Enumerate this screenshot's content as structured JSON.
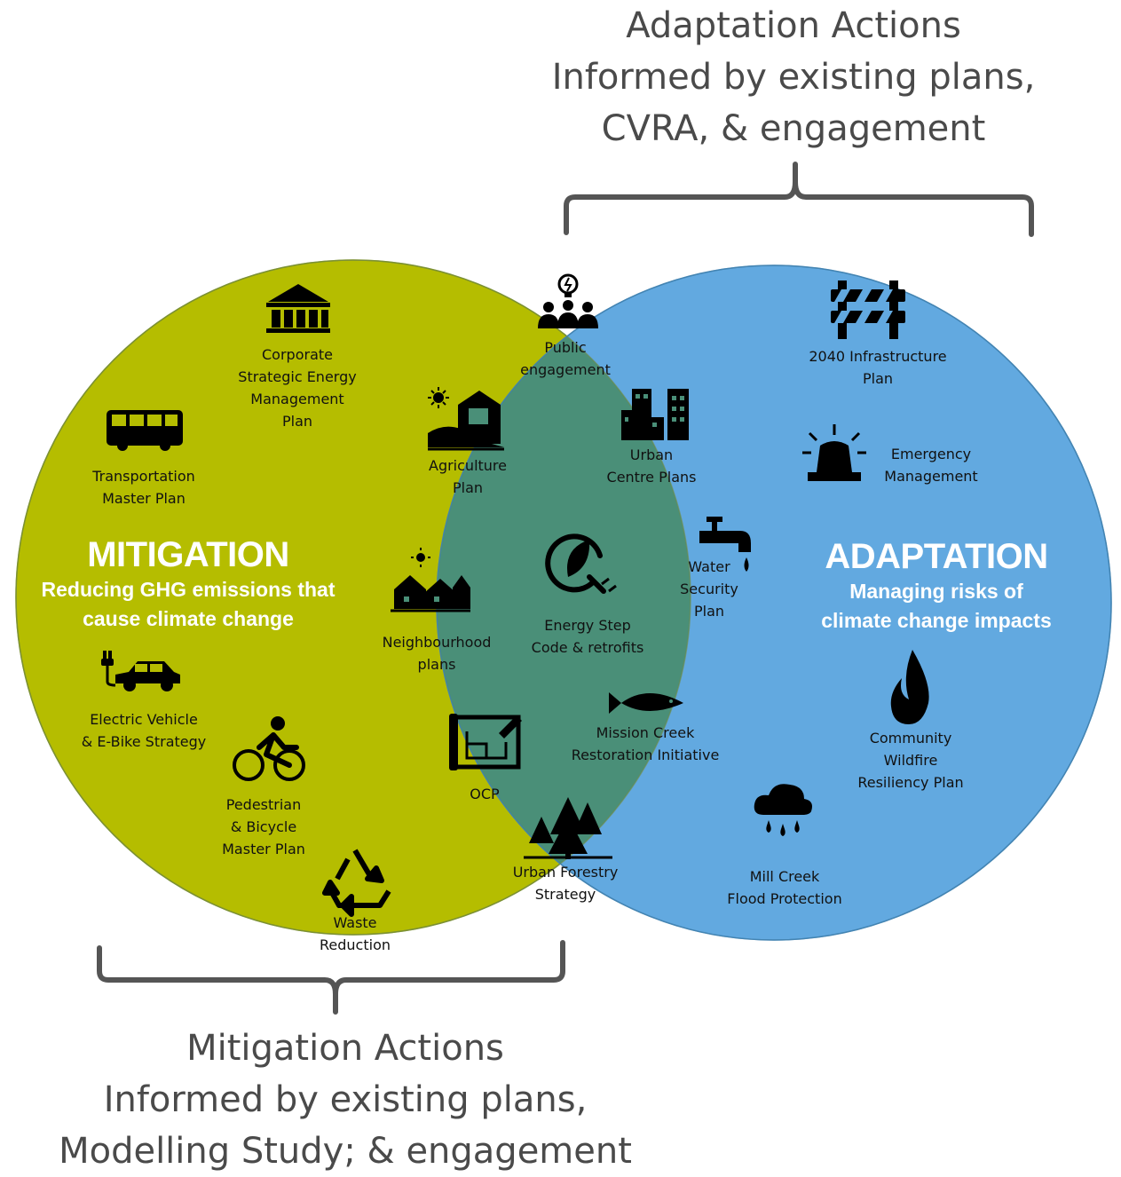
{
  "adaptation_bracket": {
    "line1": "Adaptation Actions",
    "line2": "Informed by existing plans,",
    "line3": "CVRA, & engagement"
  },
  "mitigation_bracket": {
    "line1": "Mitigation Actions",
    "line2": "Informed by existing plans,",
    "line3": "Modelling Study; & engagement"
  },
  "mitigation": {
    "title": "MITIGATION",
    "sub1": "Reducing GHG emissions that",
    "sub2": "cause climate change"
  },
  "adaptation": {
    "title": "ADAPTATION",
    "sub1": "Managing risks of",
    "sub2": "climate change impacts"
  },
  "items": {
    "corporate_energy": [
      "Corporate",
      "Strategic Energy",
      "Management",
      "Plan"
    ],
    "transportation": [
      "Transportation",
      "Master Plan"
    ],
    "ev_strategy": [
      "Electric Vehicle",
      "& E-Bike Strategy"
    ],
    "pedestrian": [
      "Pedestrian",
      "& Bicycle",
      "Master Plan"
    ],
    "waste": [
      "Waste",
      "Reduction"
    ],
    "public_engagement": [
      "Public",
      "engagement"
    ],
    "agriculture": [
      "Agriculture",
      "Plan"
    ],
    "urban_centre": [
      "Urban",
      "Centre Plans"
    ],
    "water_security": [
      "Water",
      "Security",
      "Plan"
    ],
    "neighbourhood": [
      "Neighbourhood",
      "plans"
    ],
    "energy_step": [
      "Energy Step",
      "Code & retrofits"
    ],
    "mission_creek": [
      "Mission Creek",
      "Restoration Initiative"
    ],
    "ocp": [
      "OCP"
    ],
    "urban_forestry": [
      "Urban Forestry",
      "Strategy"
    ],
    "infrastructure": [
      "2040 Infrastructure",
      "Plan"
    ],
    "emergency": [
      "Emergency",
      "Management"
    ],
    "wildfire": [
      "Community",
      "Wildfire",
      "Resiliency Plan"
    ],
    "flood": [
      "Mill Creek",
      "Flood Protection"
    ]
  },
  "colors": {
    "mitigation_circle": "#b5bd00",
    "adaptation_circle": "#62a9e0",
    "overlap": "#4a8f78",
    "bracket": "#555555",
    "icon": "#000000"
  },
  "icons": {
    "corporate_energy": "government-building-icon",
    "transportation": "bus-icon",
    "ev_strategy": "electric-car-icon",
    "pedestrian": "cyclist-icon",
    "waste": "recycle-icon",
    "public_engagement": "people-lightbulb-icon",
    "agriculture": "barn-icon",
    "urban_centre": "city-buildings-icon",
    "water_security": "faucet-icon",
    "neighbourhood": "houses-icon",
    "energy_step": "leaf-plug-icon",
    "mission_creek": "fish-icon",
    "ocp": "blueprint-icon",
    "urban_forestry": "trees-icon",
    "infrastructure": "barrier-icon",
    "emergency": "siren-icon",
    "wildfire": "fire-icon",
    "flood": "rain-cloud-icon"
  }
}
